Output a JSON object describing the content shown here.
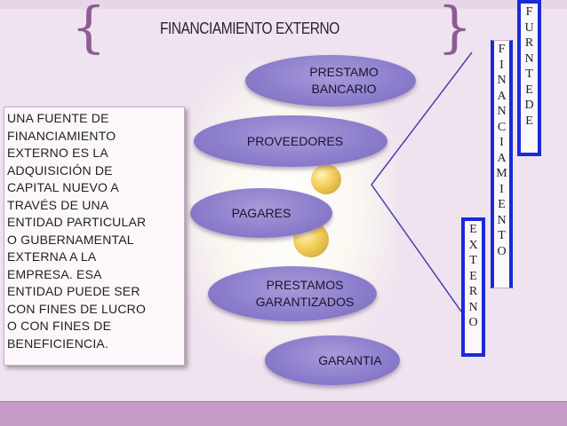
{
  "title": "FINANCIAMIENTO EXTERNO",
  "description": "UNA FUENTE DE FINANCIAMIENTO EXTERNO ES LA ADQUISICIÓN DE CAPITAL NUEVO A TRAVÉS DE UNA ENTIDAD PARTICULAR O GUBERNAMENTAL EXTERNA A LA EMPRESA. ESA ENTIDAD PUEDE SER CON FINES DE LUCRO O CON FINES DE BENEFICIENCIA.",
  "description_lines": [
    "UNA FUENTE DE",
    "FINANCIAMIENTO",
    "EXTERNO ES LA",
    "ADQUISICIÓN DE",
    "CAPITAL NUEVO A",
    "TRAVÉS DE UNA",
    "ENTIDAD PARTICULAR",
    "O GUBERNAMENTAL",
    "EXTERNA A LA",
    "EMPRESA. ESA",
    "ENTIDAD PUEDE SER",
    "CON FINES DE LUCRO",
    "O CON FINES DE",
    "BENEFICIENCIA."
  ],
  "sources": [
    {
      "label": "PRESTAMO\nBANCARIO"
    },
    {
      "label": "PROVEEDORES"
    },
    {
      "label": "PAGARES"
    },
    {
      "label": "PRESTAMOS\nGARANTIZADOS"
    },
    {
      "label": "GARANTIA"
    }
  ],
  "vertical_labels": {
    "externo": [
      "E",
      "X",
      "T",
      "E",
      "R",
      "N",
      "O"
    ],
    "financiamiento": [
      "F",
      "I",
      "N",
      "A",
      "N",
      "C",
      "I",
      "A",
      "M",
      "I",
      "E",
      "N",
      "T",
      "O"
    ],
    "fuente": [
      "F",
      "U",
      "R",
      "N",
      "T",
      "E",
      "D",
      "E"
    ]
  },
  "colors": {
    "background": "#efe3ef",
    "ellipse_fill": "#8b7ccc",
    "box_border": "#1a2bd6",
    "brace": "#8e5b93",
    "footer_band": "#c59bc8"
  }
}
